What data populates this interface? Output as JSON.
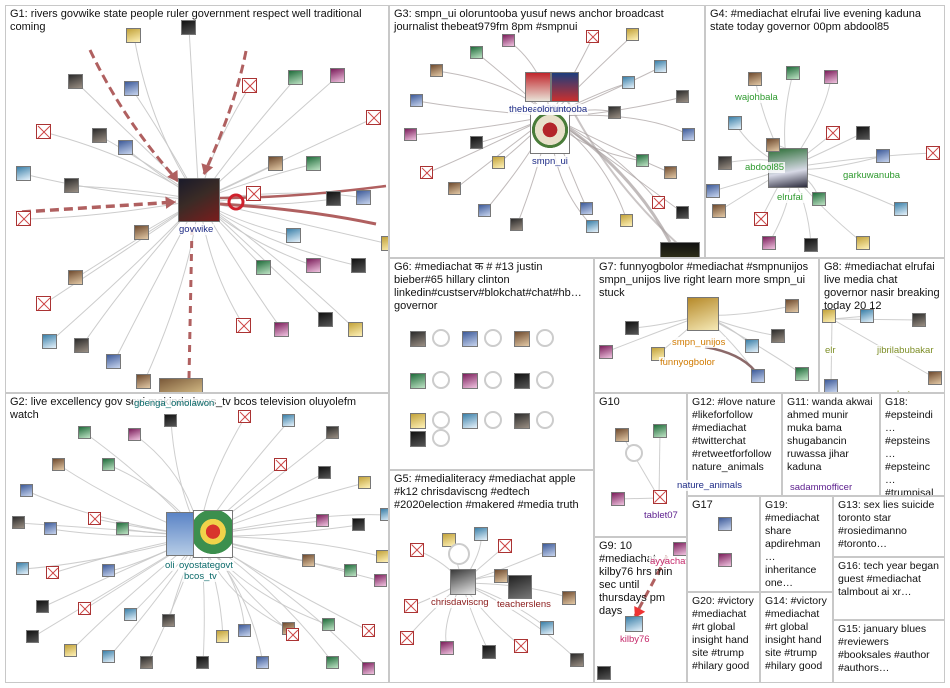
{
  "graph": {
    "groups": [
      {
        "id": "G1",
        "title": "G1: rivers govwike state people ruler government respect well traditional coming"
      },
      {
        "id": "G2",
        "title": "G2: live excellency gov seyi makinde bcos_tv bcos television oluyolefm watch"
      },
      {
        "id": "G3",
        "title": "G3: smpn_ui oloruntooba yusuf news anchor broadcast journalist thebeat979fm 8pm #smpnui"
      },
      {
        "id": "G4",
        "title": "G4: #mediachat elrufai live evening kaduna state today governor 00pm abdool85"
      },
      {
        "id": "G5",
        "title": "G5: #medialiteracy #mediachat apple #k12 chrisdaviscng #edtech #2020election #makered #media truth"
      },
      {
        "id": "G6",
        "title": "G6: #mediachat क # #13 justin bieber#65 hillary clinton linkedin#custserv#blokchat#chat#hb… governor"
      },
      {
        "id": "G7",
        "title": "G7: funnyogbolor #mediachat #smpnunijos smpn_unijos live right learn more smpn_ui stuck"
      },
      {
        "id": "G8",
        "title": "G8: #mediachat elrufai live media chat governor nasir breaking today 20 12"
      },
      {
        "id": "G9",
        "title": "G9: 10 #mediachat kilby76 hrs min sec until thursdays pm days"
      },
      {
        "id": "G10",
        "title": "G10"
      },
      {
        "id": "G11",
        "title": "G11: wanda akwai ahmed munir muka bama shugabancin ruwassa jihar kaduna"
      },
      {
        "id": "G12",
        "title": "G12: #love nature #likeforfollow #mediachat #twitterchat #retweetforfollow nature_animals"
      },
      {
        "id": "G13",
        "title": "G13: sex lies suicide toronto star #rosiedimanno #toronto…"
      },
      {
        "id": "G14",
        "title": "G14: #victory #mediachat #rt global insight hand site #trump #hilary good"
      },
      {
        "id": "G15",
        "title": "G15: january blues #reviewers #booksales #author #authors…"
      },
      {
        "id": "G16",
        "title": "G16: tech year began guest #mediachat talmbout ai xr…"
      },
      {
        "id": "G17",
        "title": "G17"
      },
      {
        "id": "G18",
        "title": "G18: #epsteindi… #epsteins… #epsteinc… #trumpisal… #trumplies…"
      },
      {
        "id": "G19",
        "title": "G19: #mediachat share apdirehman… inheritance one…"
      },
      {
        "id": "G20",
        "title": "G20: #victory #mediachat #rt global insight hand site #trump #hilary good"
      }
    ],
    "labels": {
      "govwike": "govwike",
      "gbenga": "gbenga_omolawon",
      "oyostategovt": "oyostategovt",
      "bcos_tv": "bcos_tv",
      "oli": "oli",
      "thebeat": "thebeat979fm",
      "oloruntooba": "oloruntooba",
      "smpn_ui": "smpn_ui",
      "abdool": "abdool85",
      "elrufai": "elrufai",
      "wajohbala": "wajohbala",
      "garkuwanuba": "garkuwanuba",
      "chrisdaviscng": "chrisdaviscng",
      "teacherslens": "teacherslens",
      "smpn_unijos": "smpn_unijos",
      "funnyogbolor": "funnyogbolor",
      "elr": "elr",
      "jibrilabubakar": "jibrilabubakar",
      "hotoro": "hotoro",
      "tablet07": "tablet07",
      "nature": "nature_animals",
      "sadammofficer": "sadammofficer",
      "ayyachats": "ayyachats",
      "kilby76": "kilby76"
    },
    "colors": {
      "edge_default": "#c9c9c9",
      "edge_emphasis": "#b06060",
      "edge_g3": "#a79e9e",
      "border": "#c8c8c8",
      "label_blue": "#1d2b86",
      "label_green": "#2e9a2e",
      "label_orange": "#d07a00",
      "label_purple": "#5a1c8c",
      "label_pink": "#c5286a",
      "label_teal": "#0a6a6a",
      "label_olive": "#7e8f28",
      "label_darkred": "#8a1a1a"
    }
  }
}
